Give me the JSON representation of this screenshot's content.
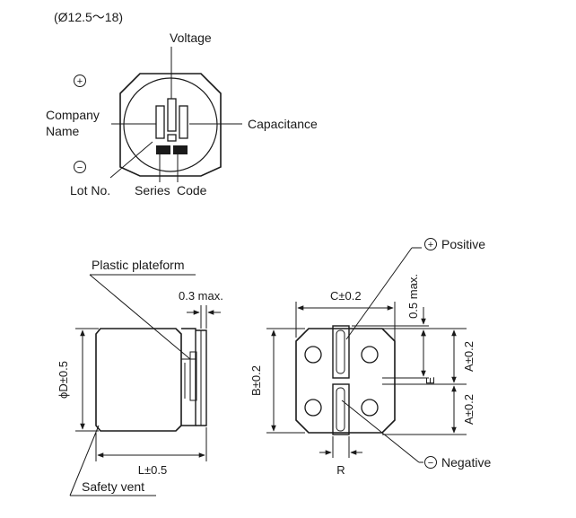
{
  "header": {
    "size_range": "(Ø12.5～18)"
  },
  "top_view": {
    "voltage": "Voltage",
    "company_name": [
      "Company",
      "Name"
    ],
    "capacitance": "Capacitance",
    "lot_no": "Lot No.",
    "series": "Series",
    "code": "Code",
    "plus_symbol": "+",
    "minus_symbol": "−"
  },
  "side_view": {
    "plastic_plateform": "Plastic plateform",
    "max_03": "0.3 max.",
    "diameter": "ϕD±0.5",
    "length": "L±0.5",
    "safety_vent": "Safety vent"
  },
  "bottom_view": {
    "positive": "Positive",
    "negative": "Negative",
    "c_dim": "C±0.2",
    "b_dim": "B±0.2",
    "max_05": "0.5 max.",
    "e_dim": "E",
    "a_dim_top": "A±0.2",
    "a_dim_bottom": "A±0.2",
    "r_dim": "R",
    "plus_symbol": "+",
    "minus_symbol": "−"
  }
}
